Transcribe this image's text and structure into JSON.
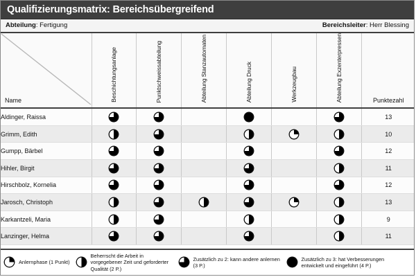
{
  "title": "Qualifizierungsmatrix: Bereichsübergreifend",
  "subheader": {
    "left_label": "Abteilung",
    "left_value": "Fertigung",
    "right_label": "Bereichsleiter",
    "right_value": "Herr Blessing"
  },
  "table": {
    "name_header": "Name",
    "points_header": "Punktezahl",
    "columns": [
      "Beschichtungsanlage",
      "Punktschweissabteilung",
      "Abteilung Stanzautomaten",
      "Abteilung Druck",
      "Werkzeugbau",
      "Abteilung Exzenterpressen"
    ],
    "rows": [
      {
        "name": "Aldinger, Raissa",
        "levels": [
          3,
          3,
          0,
          4,
          0,
          3
        ],
        "points": "13"
      },
      {
        "name": "Grimm, Edith",
        "levels": [
          2,
          3,
          0,
          2,
          1,
          2
        ],
        "points": "10"
      },
      {
        "name": "Gumpp, Bärbel",
        "levels": [
          3,
          3,
          0,
          3,
          0,
          3
        ],
        "points": "12"
      },
      {
        "name": "Hihler, Birgit",
        "levels": [
          3,
          3,
          0,
          3,
          0,
          2
        ],
        "points": "11"
      },
      {
        "name": "Hirschbolz, Kornelia",
        "levels": [
          3,
          3,
          0,
          3,
          0,
          3
        ],
        "points": "12"
      },
      {
        "name": "Jarosch, Christoph",
        "levels": [
          2,
          3,
          2,
          3,
          1,
          2
        ],
        "points": "13"
      },
      {
        "name": "Karkantzeli, Maria",
        "levels": [
          2,
          3,
          0,
          2,
          0,
          2
        ],
        "points": "9"
      },
      {
        "name": "Lanzinger, Helma",
        "levels": [
          3,
          3,
          0,
          3,
          0,
          2
        ],
        "points": "11"
      }
    ]
  },
  "legend": [
    {
      "level": 1,
      "text": "Anlernphase (1 Punkt)"
    },
    {
      "level": 2,
      "text": "Beherrscht die Arbeit in vorgegebener Zeit und geforderter Qualität (2 P.)"
    },
    {
      "level": 3,
      "text": "Zusätzlich zu 2: kann andere anlernen (3 P.)"
    },
    {
      "level": 4,
      "text": "Zusätzlich zu 3: hat Verbesserungen entwickelt und eingeführt (4 P.)"
    }
  ],
  "colors": {
    "title_bar": "#3f3f3f",
    "symbol_fill": "#000000",
    "row_alt": "#ebebeb"
  }
}
